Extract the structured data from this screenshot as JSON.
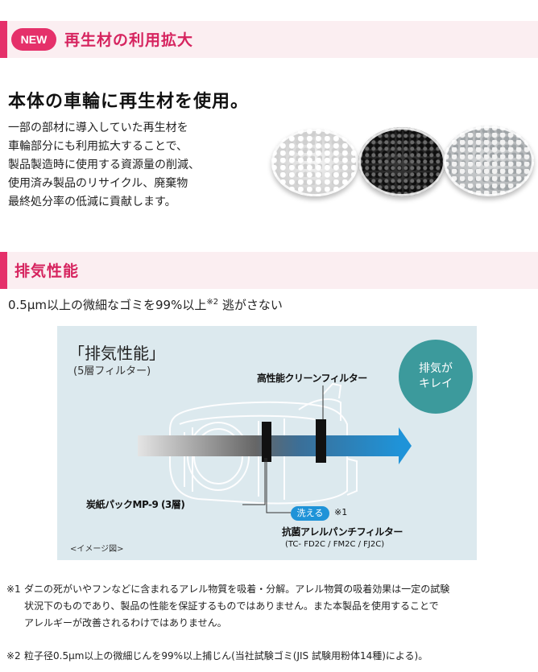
{
  "section1": {
    "badge": "NEW",
    "title": "再生材の利用拡大",
    "headline": "本体の車輪に再生材を使用。",
    "body_lines": [
      "一部の部材に導入していた再生材を",
      "車輪部分にも利用拡大することで、",
      "製品製造時に使用する資源量の削減、",
      "使用済み製品のリサイクル、廃棄物",
      "最終処分率の低減に貢献します。"
    ]
  },
  "section2": {
    "title": "排気性能",
    "lead": "0.5μm以上の微細なゴミを99%以上",
    "lead_mark": "※2",
    "lead_tail": " 逃がさない"
  },
  "diagram": {
    "title": "「排気性能」",
    "subtitle": "(5層フィルター)",
    "high_filter_label": "高性能クリーンフィルター",
    "bubble_line1": "排気が",
    "bubble_line2": "キレイ",
    "paper_pack_label": "炭紙パックMP-9 (3層)",
    "washable_badge": "洗える",
    "washable_mark": "※1",
    "allergen_filter_label": "抗菌アレルパンチフィルター",
    "model_codes": "(TC- FD2C / FM2C / FJ2C)",
    "image_note": "<イメージ図>"
  },
  "footnotes": [
    {
      "mark": "※1",
      "lines": [
        "ダニの死がいやフンなどに含まれるアレル物質を吸着・分解。アレル物質の吸着効果は一定の試験",
        "状況下のものであり、製品の性能を保証するものではありません。また本製品を使用することで",
        "アレルギーが改善されるわけではありません。"
      ]
    },
    {
      "mark": "※2",
      "lines": [
        "粒子径0.5μm以上の微細じんを99%以上捕じん(当社試験ゴミ(JIS 試験用粉体14種)による)。"
      ]
    }
  ],
  "colors": {
    "accent": "#e5306a",
    "band_bg": "#fbeef1",
    "diagram_bg": "#dce9ee",
    "arrow": "#1f93d8",
    "bubble": "#3c9a9c"
  }
}
